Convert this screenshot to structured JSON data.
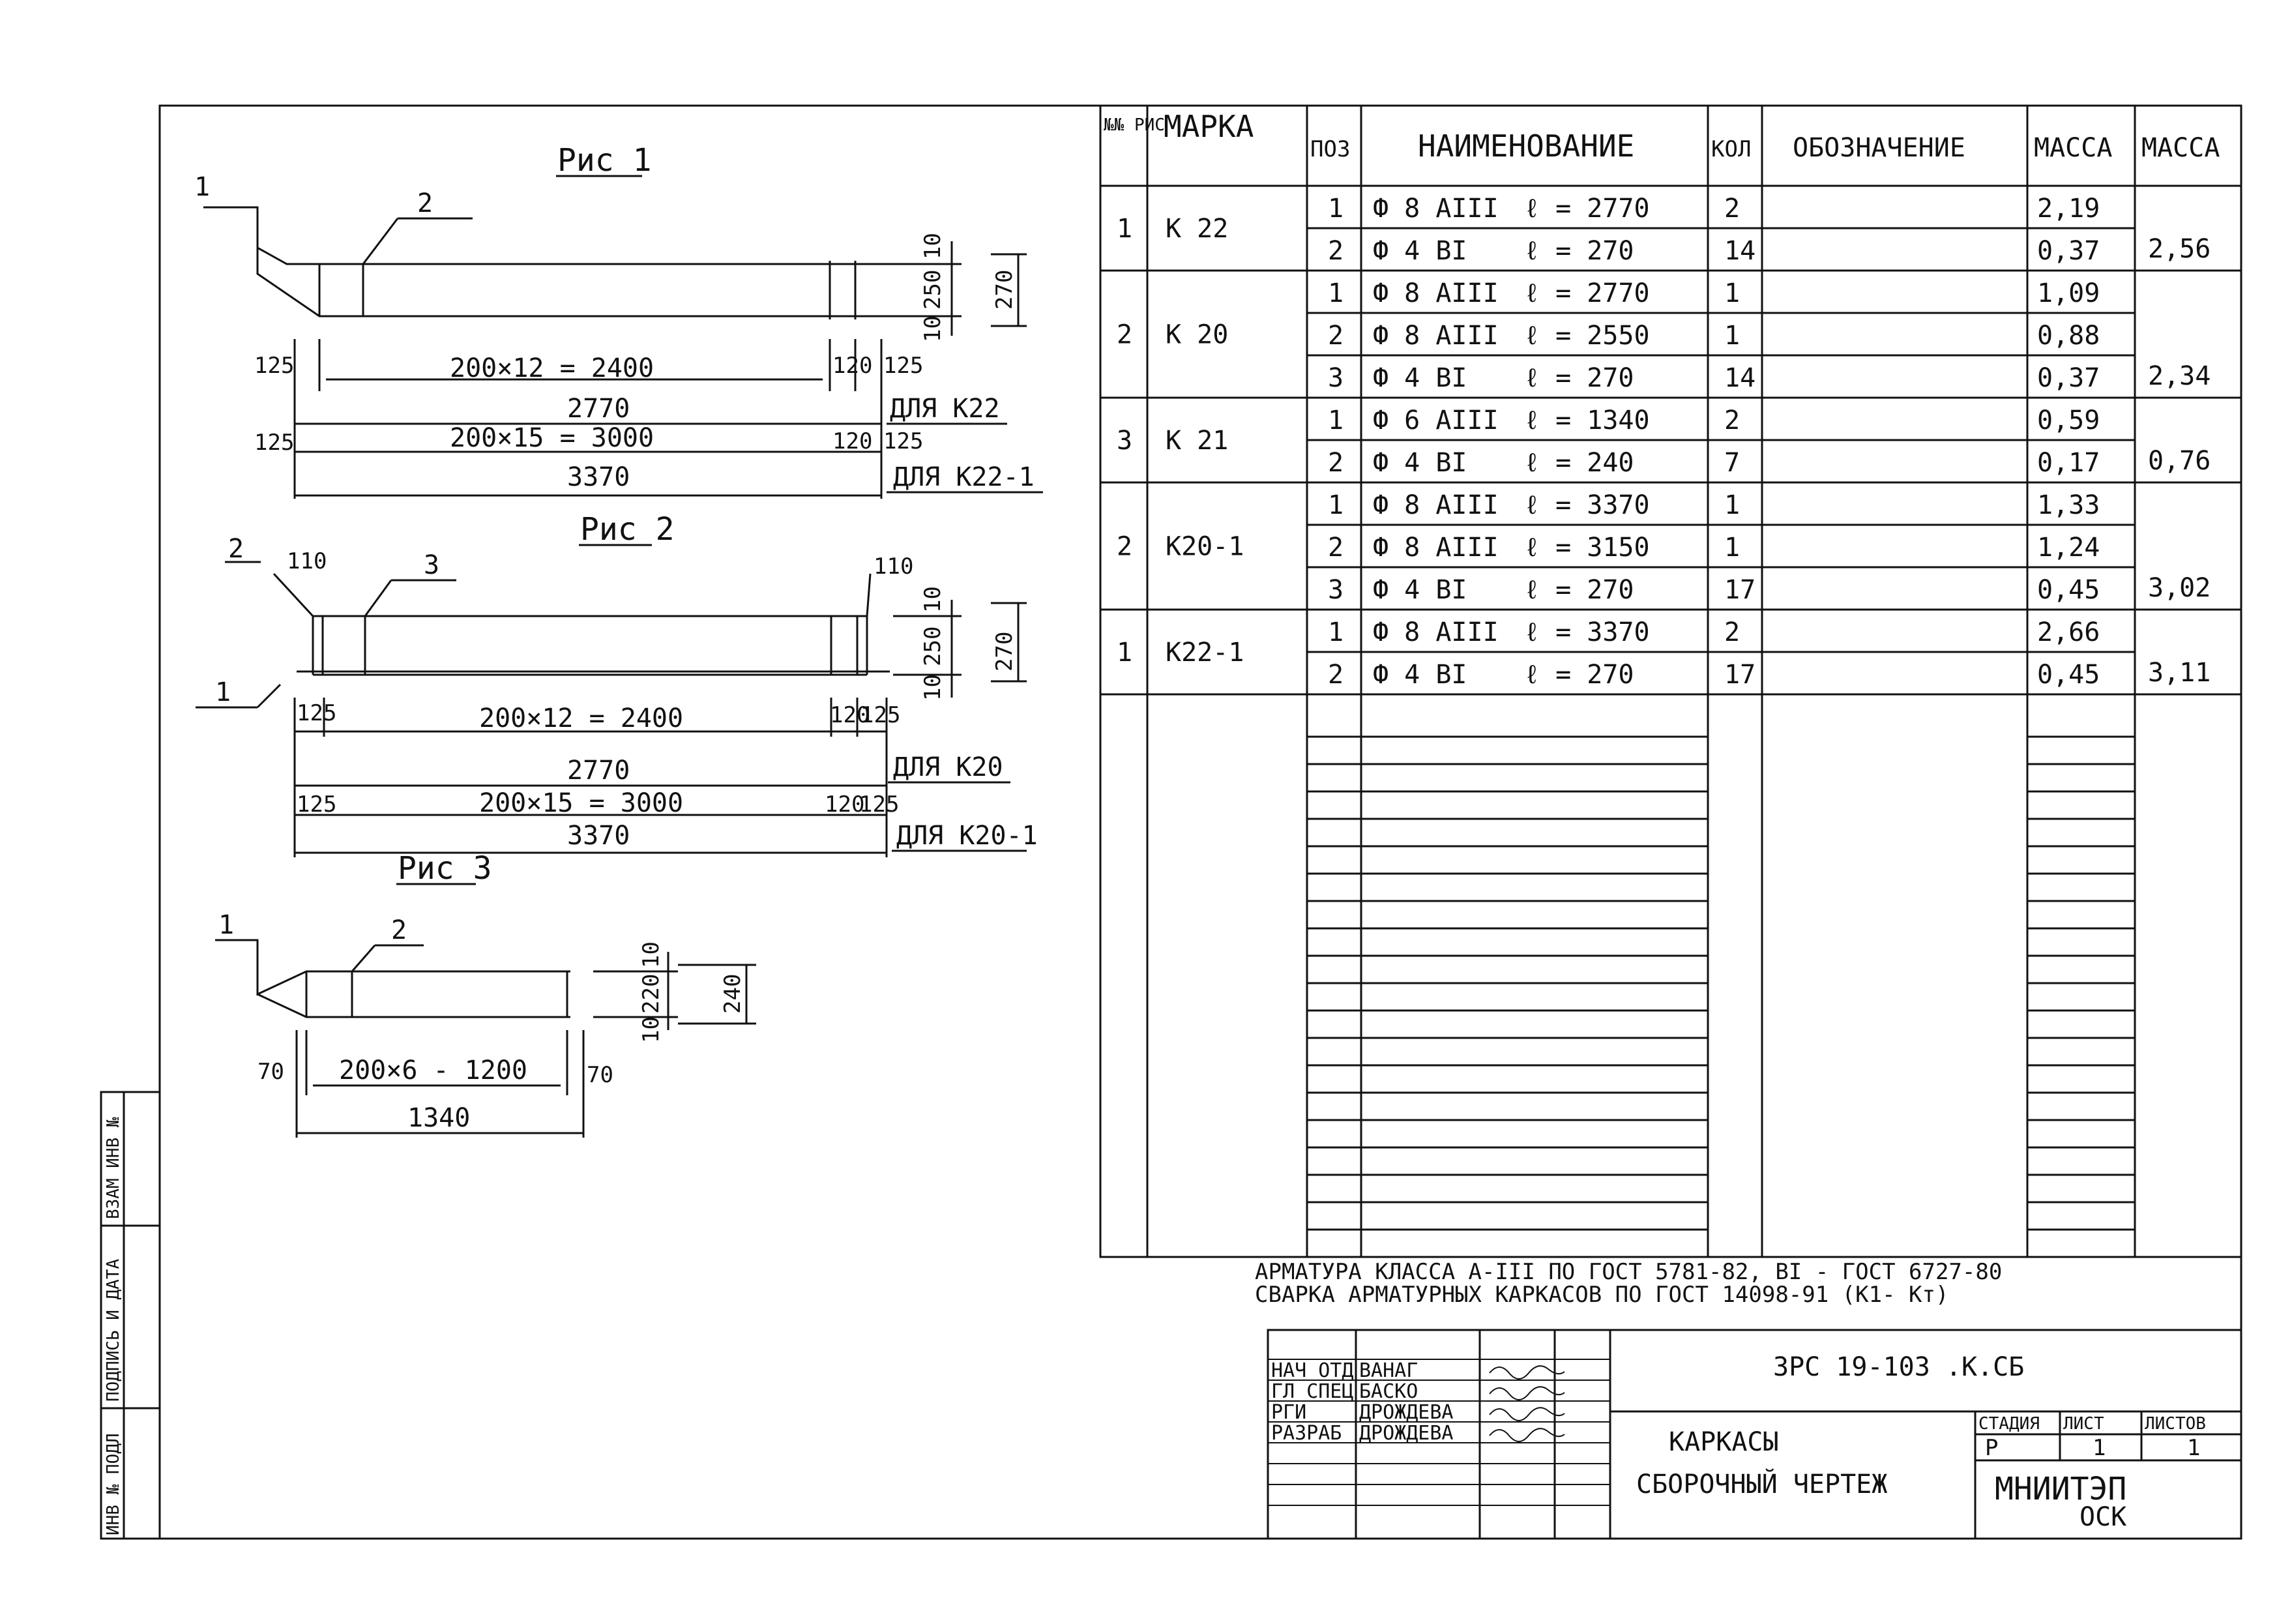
{
  "figures": [
    {
      "title": "Рис 1",
      "leaders": [
        "1",
        "2"
      ],
      "vertical_dims": [
        "10",
        "250",
        "10"
      ],
      "overall_height": "270",
      "dims": {
        "end_left": "125",
        "middle": "200×12 = 2400",
        "bay": "120",
        "end_right": "125",
        "total_1": "2770",
        "for_1": "ДЛЯ К22",
        "end_left_2": "125",
        "middle_2": "200×15 = 3000",
        "bay_2": "120",
        "end_right_2": "125",
        "total_2": "3370",
        "for_2": "ДЛЯ К22-1"
      }
    },
    {
      "title": "Рис 2",
      "leaders": [
        "2",
        "3",
        "1"
      ],
      "offset_left": "110",
      "offset_right": "110",
      "vertical_dims": [
        "10",
        "250",
        "10"
      ],
      "overall_height": "270",
      "dims": {
        "end_left": "125",
        "middle": "200×12 = 2400",
        "bay": "120",
        "end_right": "125",
        "total_1": "2770",
        "for_1": "ДЛЯ К20",
        "end_left_2": "125",
        "middle_2": "200×15 = 3000",
        "bay_2": "120",
        "end_right_2": "125",
        "total_2": "3370",
        "for_2": "ДЛЯ К20-1"
      }
    },
    {
      "title": "Рис 3",
      "leaders": [
        "1",
        "2"
      ],
      "vertical_dims": [
        "10",
        "220",
        "10"
      ],
      "overall_height": "240",
      "dims": {
        "end_left": "70",
        "middle": "200×6 - 1200",
        "end_right": "70",
        "total": "1340"
      }
    }
  ],
  "spec_table": {
    "headers": {
      "fig": "№№ РИС",
      "mark": "МАРКА",
      "pos": "ПОЗ",
      "name": "НАИМЕНОВАНИЕ",
      "qty": "КОЛ",
      "designation": "ОБОЗНАЧЕНИЕ",
      "mass_item": "МАССА",
      "mass_total": "МАССА"
    },
    "groups": [
      {
        "fig": "1",
        "mark": "К 22",
        "total": "2,56",
        "rows": [
          {
            "pos": "1",
            "bar": "Ф 8 АIII",
            "length": "ℓ = 2770",
            "qty": "2",
            "mass": "2,19"
          },
          {
            "pos": "2",
            "bar": "Ф 4 ВI",
            "length": "ℓ = 270",
            "qty": "14",
            "mass": "0,37"
          }
        ]
      },
      {
        "fig": "2",
        "mark": "К 20",
        "total": "2,34",
        "rows": [
          {
            "pos": "1",
            "bar": "Ф 8 АIII",
            "length": "ℓ = 2770",
            "qty": "1",
            "mass": "1,09"
          },
          {
            "pos": "2",
            "bar": "Ф 8 АIII",
            "length": "ℓ = 2550",
            "qty": "1",
            "mass": "0,88"
          },
          {
            "pos": "3",
            "bar": "Ф 4 ВI",
            "length": "ℓ = 270",
            "qty": "14",
            "mass": "0,37"
          }
        ]
      },
      {
        "fig": "3",
        "mark": "К 21",
        "total": "0,76",
        "rows": [
          {
            "pos": "1",
            "bar": "Ф 6 АIII",
            "length": "ℓ = 1340",
            "qty": "2",
            "mass": "0,59"
          },
          {
            "pos": "2",
            "bar": "Ф 4 ВI",
            "length": "ℓ = 240",
            "qty": "7",
            "mass": "0,17"
          }
        ]
      },
      {
        "fig": "2",
        "mark": "К20-1",
        "total": "3,02",
        "rows": [
          {
            "pos": "1",
            "bar": "Ф 8 АIII",
            "length": "ℓ = 3370",
            "qty": "1",
            "mass": "1,33"
          },
          {
            "pos": "2",
            "bar": "Ф 8 АIII",
            "length": "ℓ = 3150",
            "qty": "1",
            "mass": "1,24"
          },
          {
            "pos": "3",
            "bar": "Ф 4 ВI",
            "length": "ℓ = 270",
            "qty": "17",
            "mass": "0,45"
          }
        ]
      },
      {
        "fig": "1",
        "mark": "К22-1",
        "total": "3,11",
        "rows": [
          {
            "pos": "1",
            "bar": "Ф 8 АIII",
            "length": "ℓ = 3370",
            "qty": "2",
            "mass": "2,66"
          },
          {
            "pos": "2",
            "bar": "Ф 4 ВI",
            "length": "ℓ = 270",
            "qty": "17",
            "mass": "0,45"
          }
        ]
      }
    ]
  },
  "notes": [
    "АРМАТУРА КЛАССА А-III ПО ГОСТ 5781-82, ВI - ГОСТ 6727-80",
    "СВАРКА АРМАТУРНЫХ КАРКАСОВ ПО ГОСТ 14098-91 (К1- Кт)"
  ],
  "title_block": {
    "document_code": "ЗРС 19-103 .К.СБ",
    "title_line_1": "КАРКАСЫ",
    "title_line_2": "СБОРОЧНЫЙ ЧЕРТЕЖ",
    "signatories": [
      {
        "role": "НАЧ ОТД",
        "name": "ВАНАГ"
      },
      {
        "role": "ГЛ СПЕЦ",
        "name": "БАСКО"
      },
      {
        "role": "РГИ",
        "name": "ДРОЖДЕВА"
      },
      {
        "role": "РАЗРАБ",
        "name": "ДРОЖДЕВА"
      }
    ],
    "stage_label": "СТАДИЯ",
    "sheet_label": "ЛИСТ",
    "sheets_label": "ЛИСТОВ",
    "stage": "Р",
    "sheet": "1",
    "sheets": "1",
    "organization": "МНИИТЭП",
    "organization_sub": "ОСК"
  },
  "side_stamp": {
    "fields": [
      "ИНВ № ПОДЛ",
      "ПОДПИСЬ И ДАТА",
      "ВЗАМ ИНВ №"
    ]
  }
}
